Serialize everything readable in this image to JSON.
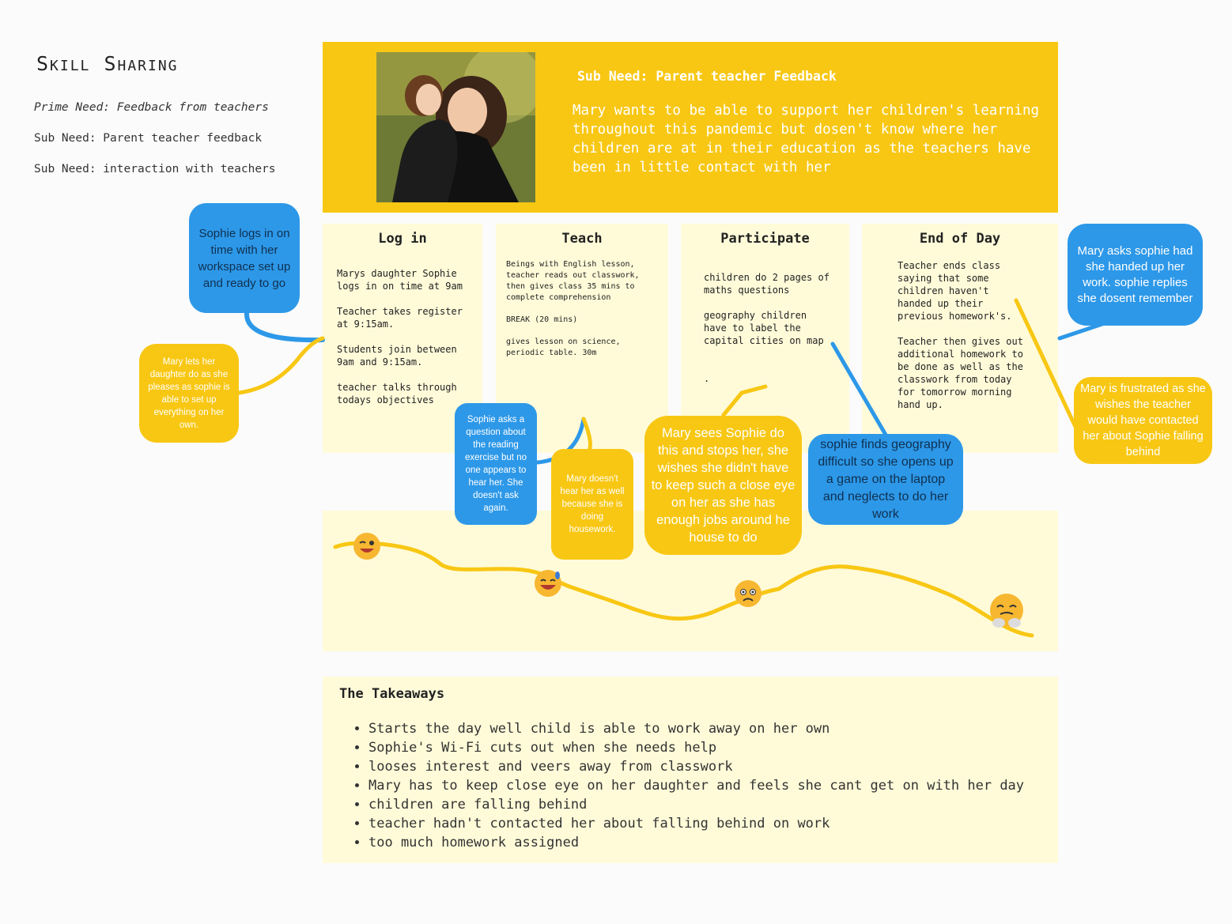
{
  "title": "Skill Sharing",
  "needs": {
    "prime": "Prime Need: Feedback from teachers",
    "sub1": "Sub Need: Parent teacher feedback",
    "sub2": "Sub Need: interaction with teachers"
  },
  "hero": {
    "sub_need": "Sub Need: Parent teacher Feedback",
    "description": "Mary wants to be able to support her children's learning throughout this pandemic but dosen't know where her children are at in their education as the teachers have been in little contact with her"
  },
  "stages": [
    {
      "title": "Log in",
      "body": "Marys daughter Sophie\nlogs in on time at 9am\n\nTeacher takes register\nat 9:15am.\n\nStudents join between\n9am and 9:15am.\n\nteacher talks through\ntodays objectives"
    },
    {
      "title": "Teach",
      "body": "Beings with English lesson,\nteacher reads out classwork,\nthen gives class 35 mins to\ncomplete comprehension\n\nBREAK (20 mins)\n\ngives lesson on science,\nperiodic table. 30m"
    },
    {
      "title": "Participate",
      "body": "children do 2 pages of\nmaths questions\n\ngeography children\nhave to label the\ncapital cities on map\n\n\n."
    },
    {
      "title": "End of Day",
      "body": "Teacher ends class\nsaying that some\nchildren haven't\nhanded up their\nprevious homework's.\n\nTeacher then gives out\nadditional homework to\nbe done as well as the\nclasswork from today\nfor tomorrow morning\nhand up."
    }
  ],
  "bubbles": {
    "sophie_logs": "Sophie logs in on time with her workspace set up and ready to go",
    "mary_lets": "Mary lets her daughter do as she pleases as sophie is able to set up everything on her own.",
    "sophie_asks": "Sophie asks a question about the reading exercise but no one appears to hear her. She doesn't ask again.",
    "mary_doesnt_hear": "Mary doesn't hear her as well because she is doing housework.",
    "mary_sees": "Mary sees Sophie do this and stops her, she wishes she didn't have to keep such a close eye on her as she has enough jobs around he house to do",
    "sophie_geography": "sophie finds geography difficult so she opens up a game on the laptop and neglects to do her work",
    "mary_asks": "Mary asks sophie had she handed up her work. sophie replies she dosent remember",
    "mary_frustrated": "Mary is frustrated as she wishes the teacher would have contacted her about Sophie falling behind"
  },
  "emotion_icons": [
    "winking-face-icon",
    "grinning-sweat-face-icon",
    "worried-face-icon",
    "steam-from-nose-face-icon"
  ],
  "colors": {
    "accent_yellow": "#f8c714",
    "accent_blue": "#2d98e8",
    "panel": "#fffbd9"
  },
  "takeaways": {
    "title": "The Takeaways",
    "items": [
      "Starts the day well child is able to work away on her own",
      "Sophie's Wi-Fi cuts out when she needs help",
      "looses interest and veers away from classwork",
      "Mary has to keep close eye on her daughter and feels she cant get on with her day",
      "children are falling behind",
      " teacher hadn't contacted her about falling behind on work",
      "too much homework assigned"
    ]
  }
}
